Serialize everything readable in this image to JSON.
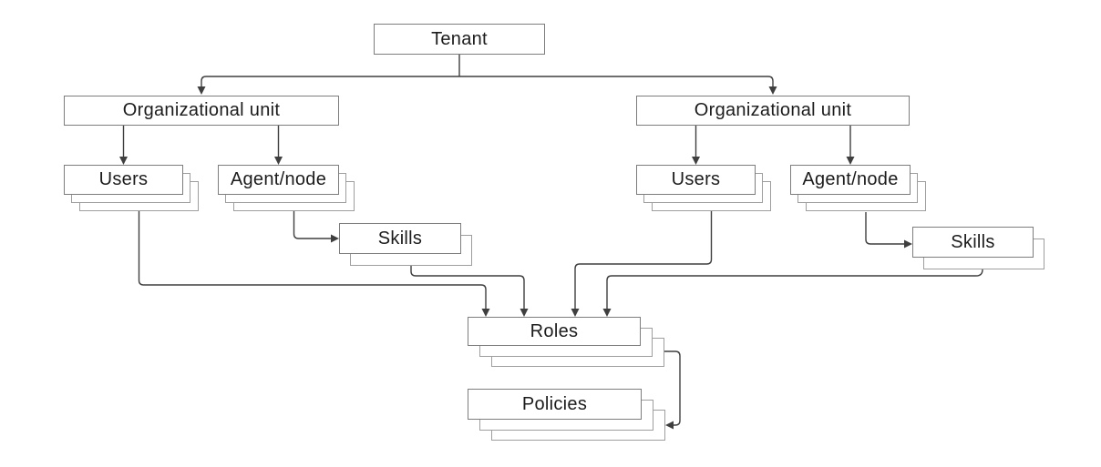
{
  "diagram": {
    "nodes": {
      "tenant": {
        "label": "Tenant",
        "stack": 1
      },
      "org_left": {
        "label": "Organizational unit",
        "stack": 1
      },
      "org_right": {
        "label": "Organizational unit",
        "stack": 1
      },
      "users_left": {
        "label": "Users",
        "stack": 3
      },
      "agent_left": {
        "label": "Agent/node",
        "stack": 3
      },
      "users_right": {
        "label": "Users",
        "stack": 3
      },
      "agent_right": {
        "label": "Agent/node",
        "stack": 3
      },
      "skills_left": {
        "label": "Skills",
        "stack": 2
      },
      "skills_right": {
        "label": "Skills",
        "stack": 2
      },
      "roles": {
        "label": "Roles",
        "stack": 3
      },
      "policies": {
        "label": "Policies",
        "stack": 3
      }
    },
    "edges": [
      {
        "from": "tenant",
        "to": "org_left"
      },
      {
        "from": "tenant",
        "to": "org_right"
      },
      {
        "from": "org_left",
        "to": "users_left"
      },
      {
        "from": "org_left",
        "to": "agent_left"
      },
      {
        "from": "org_right",
        "to": "users_right"
      },
      {
        "from": "org_right",
        "to": "agent_right"
      },
      {
        "from": "agent_left",
        "to": "skills_left"
      },
      {
        "from": "agent_right",
        "to": "skills_right"
      },
      {
        "from": "users_left",
        "to": "roles"
      },
      {
        "from": "skills_left",
        "to": "roles"
      },
      {
        "from": "users_right",
        "to": "roles"
      },
      {
        "from": "skills_right",
        "to": "roles"
      },
      {
        "from": "roles",
        "to": "policies"
      }
    ],
    "colors": {
      "background": "#ffffff",
      "box_border": "#7d7d7d",
      "stack_border": "#9e9e9e",
      "connector": "#3f3f3f",
      "text": "#1c1c1c"
    }
  }
}
